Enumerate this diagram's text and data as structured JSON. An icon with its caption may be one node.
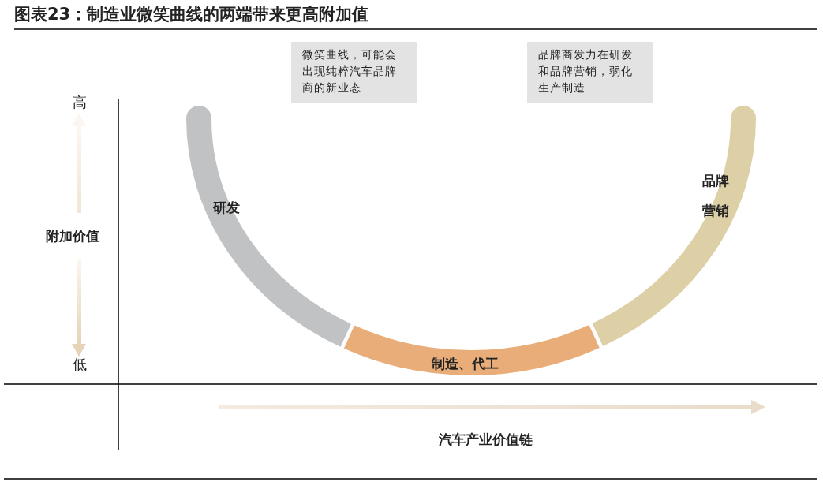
{
  "diagram": {
    "title": "图表23：制造业微笑曲线的两端带来更高附加值",
    "nodes": [
      {
        "text": [
          "微笑曲线，可能会出现纯粹汽车品牌商的新业态"
        ]
      },
      {
        "text": [
          "品牌商发力在研发和品牌营销，弱化生产制造"
        ]
      },
      {
        "text": [
          "研发"
        ]
      },
      {
        "text": [
          "制造、代工"
        ]
      },
      {
        "text": [
          "品牌营销"
        ]
      }
    ],
    "edges": [],
    "labels": [
      "高",
      "附加价值",
      "低",
      "汽车产业价值链"
    ]
  }
}
